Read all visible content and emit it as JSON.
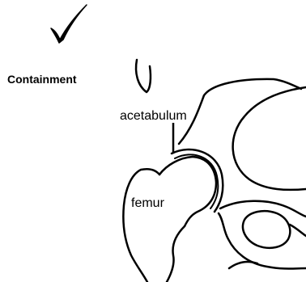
{
  "heading": "Containment",
  "labels": {
    "acetabulum": "acetabulum",
    "femur": "femur"
  },
  "status_icon": "checkmark-icon",
  "colors": {
    "ink": "#000000",
    "background": "#ffffff"
  }
}
